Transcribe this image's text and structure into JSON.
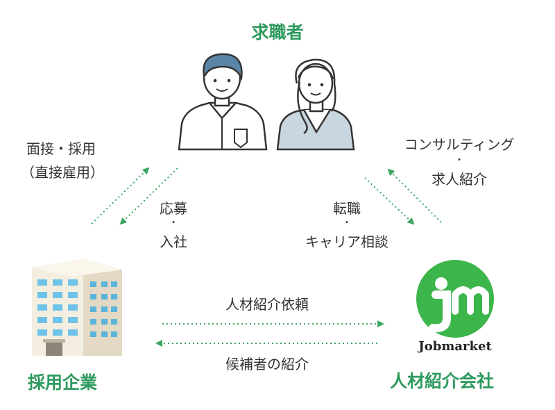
{
  "nodes": {
    "job_seeker": "求職者",
    "hiring_company": "採用企業",
    "agency": "人材紹介会社"
  },
  "edges": {
    "direct_hire_1": "面接・採用",
    "direct_hire_2": "（直接雇用）",
    "apply_1": "応募",
    "apply_dot": "・",
    "apply_2": "入社",
    "career_1": "転職",
    "career_dot": "・",
    "career_2": "キャリア相談",
    "consult_1": "コンサルティング",
    "consult_dot": "・",
    "consult_2": "求人紹介",
    "request": "人材紹介依頼",
    "referral": "候補者の紹介"
  },
  "logo": {
    "text": "Jobmarket",
    "mark": "jm"
  },
  "colors": {
    "green": "#2e9a5e",
    "logo_green": "#3cb54a",
    "arrow": "#3aa560",
    "hair": "#5b85a6",
    "shirt_right": "#c8d6e0",
    "building": "#f1ead9"
  },
  "icons": [
    "man-icon",
    "woman-icon",
    "office-building-icon",
    "jobmarket-logo"
  ]
}
